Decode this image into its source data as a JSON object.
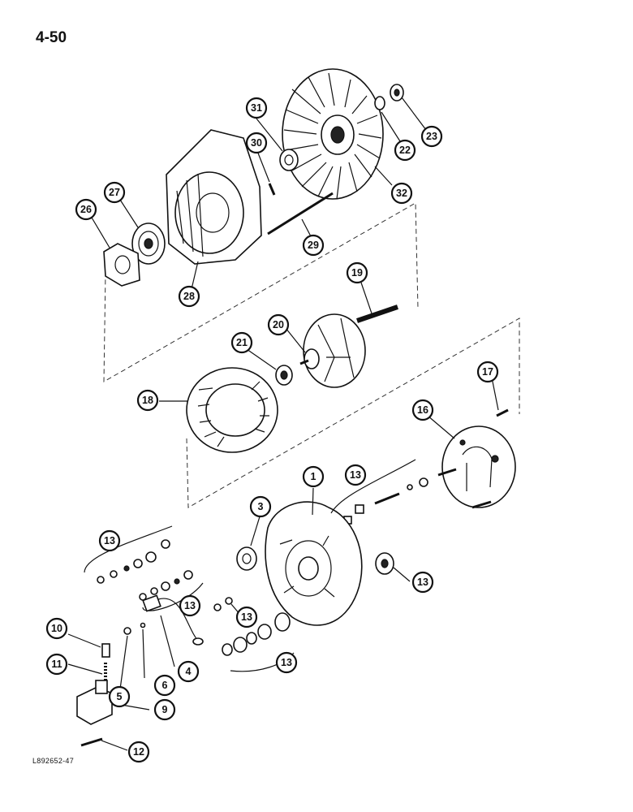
{
  "page_number": "4-50",
  "figure_code": "L892652-47",
  "callouts": [
    {
      "label": "1"
    },
    {
      "label": "3"
    },
    {
      "label": "4"
    },
    {
      "label": "5"
    },
    {
      "label": "6"
    },
    {
      "label": "9"
    },
    {
      "label": "10"
    },
    {
      "label": "11"
    },
    {
      "label": "12"
    },
    {
      "label": "13"
    },
    {
      "label": "13"
    },
    {
      "label": "13"
    },
    {
      "label": "13"
    },
    {
      "label": "13"
    },
    {
      "label": "13"
    },
    {
      "label": "16"
    },
    {
      "label": "17"
    },
    {
      "label": "18"
    },
    {
      "label": "19"
    },
    {
      "label": "20"
    },
    {
      "label": "21"
    },
    {
      "label": "22"
    },
    {
      "label": "23"
    },
    {
      "label": "26"
    },
    {
      "label": "27"
    },
    {
      "label": "28"
    },
    {
      "label": "29"
    },
    {
      "label": "30"
    },
    {
      "label": "31"
    },
    {
      "label": "32"
    }
  ]
}
